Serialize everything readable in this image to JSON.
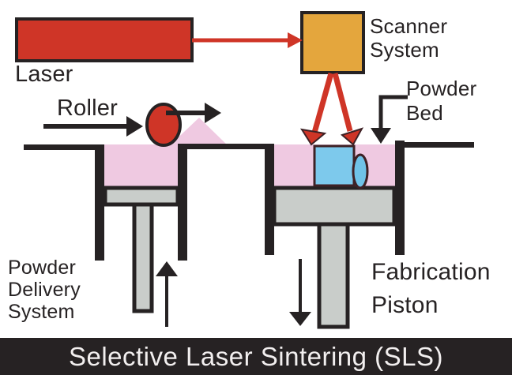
{
  "title_bar": {
    "text": "Selective Laser Sintering (SLS)"
  },
  "labels": {
    "laser": "Laser",
    "scanner": "Scanner\nSystem",
    "roller": "Roller",
    "powder_bed": "Powder\nBed",
    "powder_delivery": "Powder\nDelivery\nSystem",
    "fabrication_piston": "Fabrication\nPiston"
  },
  "colors": {
    "background": "#ffffff",
    "ink": "#262223",
    "laser-red": "#cf3527",
    "scanner-orange": "#e4a63d",
    "powder-pink": "#efc9e1",
    "metal-gray": "#c9cdca",
    "part-blue": "#7dc9ec",
    "part-blue-dark": "#6fc3e8",
    "outline-maroon": "#3e2125",
    "title-bg": "#262223",
    "title-text": "#f2efef"
  }
}
